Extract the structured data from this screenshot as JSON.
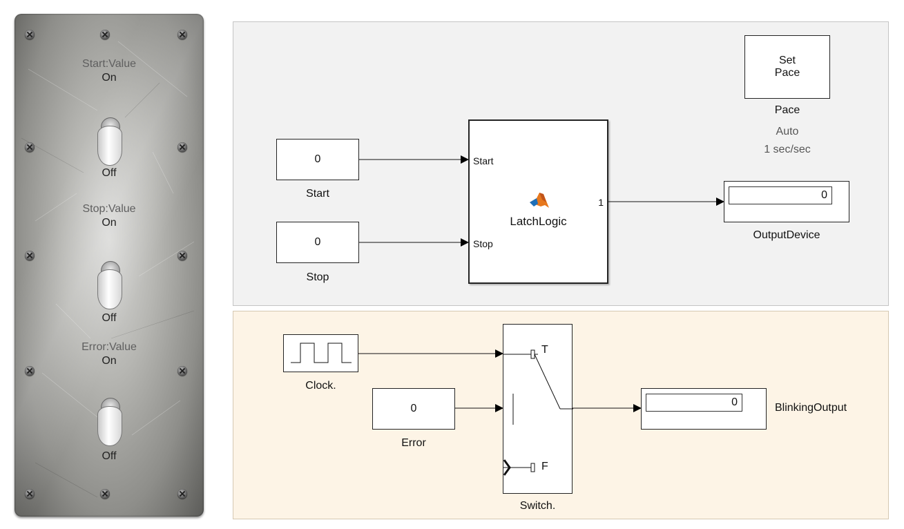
{
  "panel": {
    "toggles": [
      {
        "caption": "Start:Value",
        "on_label": "On",
        "off_label": "Off"
      },
      {
        "caption": "Stop:Value",
        "on_label": "On",
        "off_label": "Off"
      },
      {
        "caption": "Error:Value",
        "on_label": "On",
        "off_label": "Off"
      }
    ]
  },
  "top_area": {
    "start_block": {
      "value": "0",
      "label": "Start"
    },
    "stop_block": {
      "value": "0",
      "label": "Stop"
    },
    "latch_block": {
      "label": "LatchLogic",
      "in_ports": [
        "Start",
        "Stop"
      ],
      "out_port": "1"
    },
    "output_device": {
      "value": "0",
      "label": "OutputDevice"
    },
    "pace_block": {
      "line1": "Set",
      "line2": "Pace",
      "label": "Pace",
      "mode": "Auto",
      "rate": "1 sec/sec"
    }
  },
  "bottom_area": {
    "clock_block": {
      "label": "Clock."
    },
    "error_block": {
      "value": "0",
      "label": "Error"
    },
    "switch_block": {
      "label": "Switch.",
      "true_port": "T",
      "false_port": "F"
    },
    "blinking_output": {
      "value": "0",
      "label": "BlinkingOutput"
    }
  },
  "colors": {
    "top_area_bg": "#f2f2f2",
    "bottom_area_bg": "#fdf4e6",
    "matlab_icon_orange": "#e7781d",
    "matlab_icon_blue": "#1d6fb8"
  }
}
